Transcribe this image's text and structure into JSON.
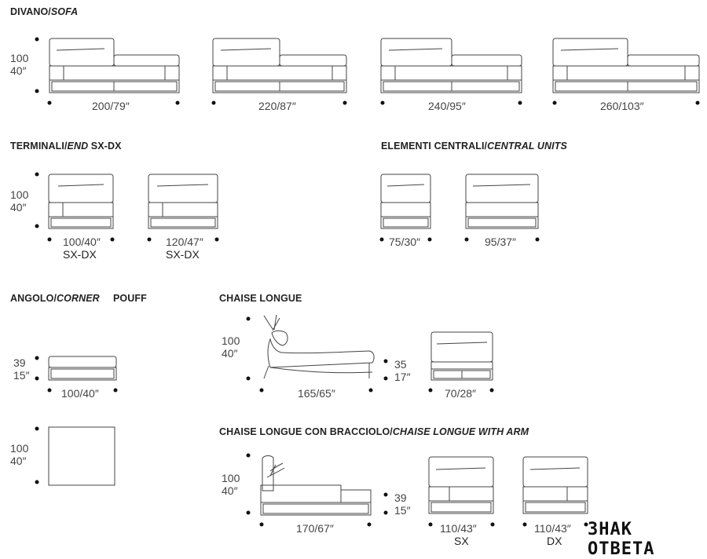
{
  "sections": {
    "sofa": {
      "title": "DIVANO/",
      "title_i": "SOFA"
    },
    "end": {
      "title": "TERMINALI/",
      "title_i": "END",
      "title_tail": " SX-DX"
    },
    "central": {
      "title": "ELEMENTI CENTRALI/",
      "title_i": "CENTRAL UNITS"
    },
    "corner": {
      "title": "ANGOLO/",
      "title_i": "CORNER"
    },
    "pouf": {
      "title": "POUFF"
    },
    "chaise": {
      "title": "CHAISE LONGUE"
    },
    "chaise_arm": {
      "title": "CHAISE LONGUE CON BRACCIOLO/",
      "title_i": "CHAISE LONGUE WITH ARM"
    }
  },
  "heights": {
    "h100": "100",
    "h40": "40″",
    "h39": "39",
    "h15": "15″",
    "h35": "35",
    "h17": "17″"
  },
  "dims": {
    "sofa": [
      "200/79″",
      "220/87″",
      "240/95″",
      "260/103″"
    ],
    "end": [
      "100/40″",
      "120/47″"
    ],
    "end_sub": "SX-DX",
    "central": [
      "75/30″",
      "95/37″"
    ],
    "pouf": "100/40″",
    "chaise": [
      "165/65″",
      "70/28″"
    ],
    "chaise_arm": [
      "170/67″",
      "110/43″",
      "110/43″"
    ],
    "chaise_arm_sub": [
      "SX",
      "DX"
    ]
  },
  "watermark": "ЗНАК ОТВЕТА"
}
